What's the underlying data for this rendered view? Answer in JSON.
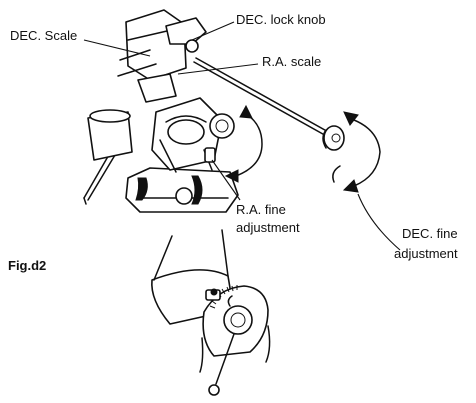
{
  "labels": {
    "dec_lock_knob": "DEC. lock knob",
    "dec_scale": "DEC. Scale",
    "ra_scale": "R.A. scale",
    "ra_fine_line1": "R.A. fine",
    "ra_fine_line2": "adjustment",
    "dec_fine_line1": "DEC. fine",
    "dec_fine_line2": "adjustment",
    "figure_label": "Fig.d2"
  }
}
